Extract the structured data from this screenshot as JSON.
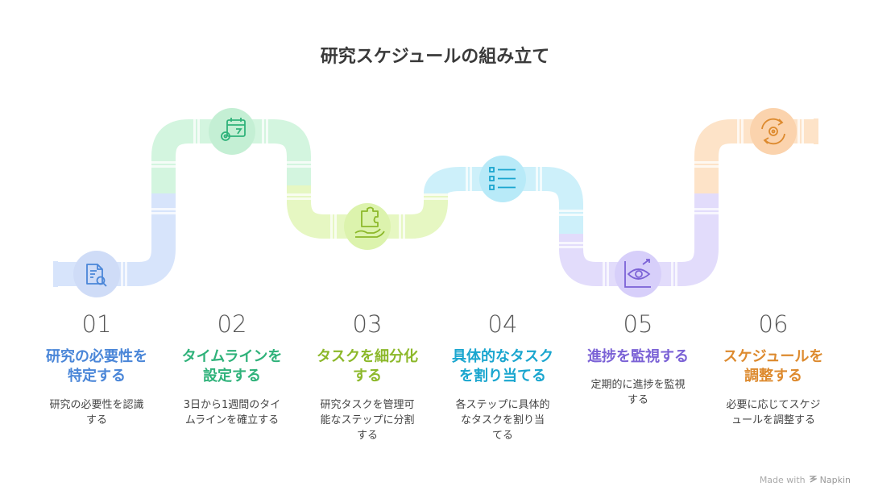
{
  "title": "研究スケジュールの組み立て",
  "steps": [
    {
      "num": "01",
      "title_l1": "研究の必要性を",
      "title_l2": "特定する",
      "desc_l1": "研究の必要性を認識",
      "desc_l2": "する",
      "desc_l3": "",
      "color": "#4a86d8",
      "pipe": "#d7e4fb",
      "icon": "document-search-icon"
    },
    {
      "num": "02",
      "title_l1": "タイムラインを",
      "title_l2": "設定する",
      "desc_l1": "3日から1週間のタイ",
      "desc_l2": "ムラインを確立する",
      "desc_l3": "",
      "color": "#2fb27a",
      "pipe": "#d3f5df",
      "icon": "calendar-gear-icon"
    },
    {
      "num": "03",
      "title_l1": "タスクを細分化",
      "title_l2": "する",
      "desc_l1": "研究タスクを管理可",
      "desc_l2": "能なステップに分割",
      "desc_l3": "する",
      "color": "#8cb82a",
      "pipe": "#e6f7c2",
      "icon": "hand-puzzle-icon"
    },
    {
      "num": "04",
      "title_l1": "具体的なタスク",
      "title_l2": "を割り当てる",
      "desc_l1": "各ステップに具体的",
      "desc_l2": "なタスクを割り当",
      "desc_l3": "てる",
      "color": "#1aa6cf",
      "pipe": "#cdf0fa",
      "icon": "checklist-icon"
    },
    {
      "num": "05",
      "title_l1": "進捗を監視する",
      "title_l2": "",
      "desc_l1": "定期的に進捗を監視",
      "desc_l2": "する",
      "desc_l3": "",
      "color": "#7b62d6",
      "pipe": "#e2dcfb",
      "icon": "chart-eye-icon"
    },
    {
      "num": "06",
      "title_l1": "スケジュールを",
      "title_l2": "調整する",
      "desc_l1": "必要に応じてスケジ",
      "desc_l2": "ュールを調整する",
      "desc_l3": "",
      "color": "#dd8a2e",
      "pipe": "#fde3c8",
      "icon": "cycle-gear-icon"
    }
  ],
  "footer": {
    "made_with": "Made with",
    "brand": "Napkin"
  }
}
